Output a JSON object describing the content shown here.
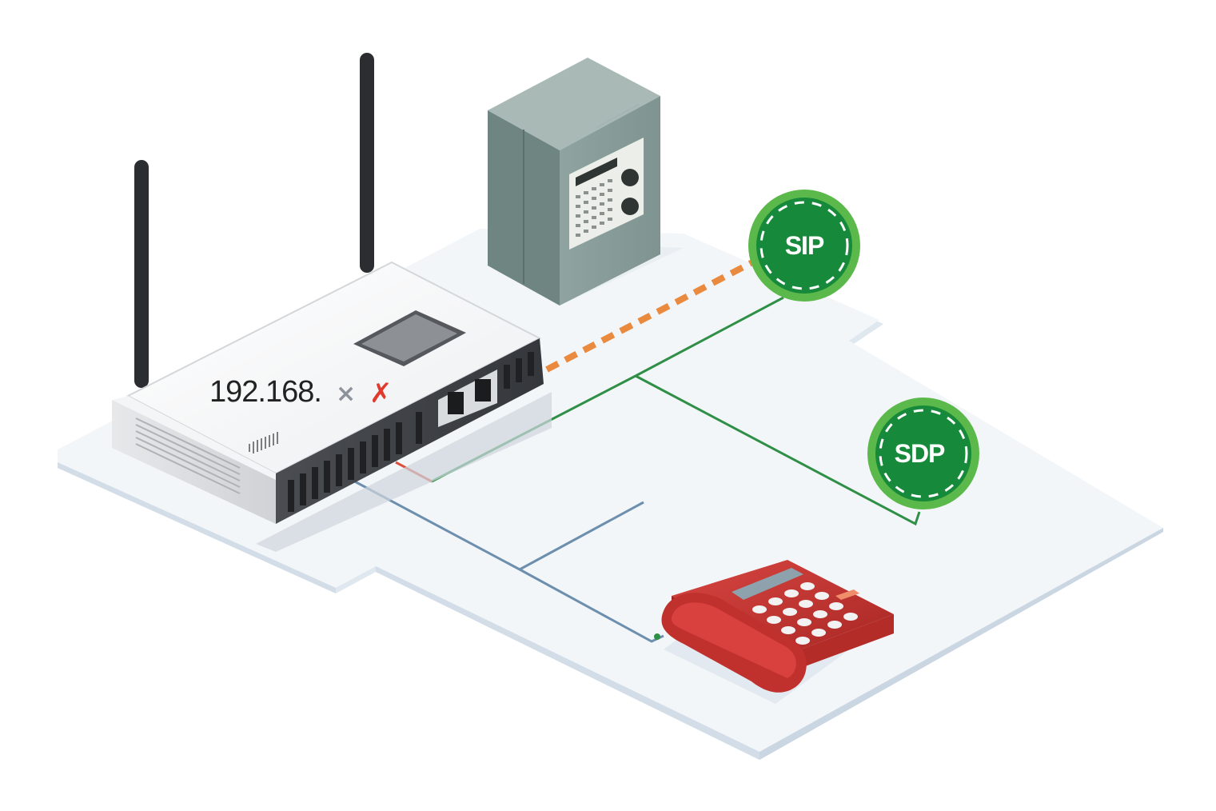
{
  "router": {
    "ip_label": "192.168.",
    "gray_mark": "×",
    "red_mark": "✗"
  },
  "badges": {
    "sip": "SIP",
    "sdp": "SDP"
  },
  "colors": {
    "floor": "#f2f5f8",
    "floor_edge": "#dfe7ef",
    "wire_green": "#2f8f46",
    "wire_red": "#d9503c",
    "wire_blue": "#6d8fae",
    "wire_orange": "#ea8a3f",
    "badge_ring": "#5bb84a",
    "badge_fill": "#168a3a",
    "phone_red": "#c8332f",
    "cabinet": "#8ea3a0"
  },
  "icons": {
    "router": "router-icon",
    "server": "server-cabinet-icon",
    "phone": "desk-phone-icon",
    "sip": "sip-badge-icon",
    "sdp": "sdp-badge-icon"
  }
}
